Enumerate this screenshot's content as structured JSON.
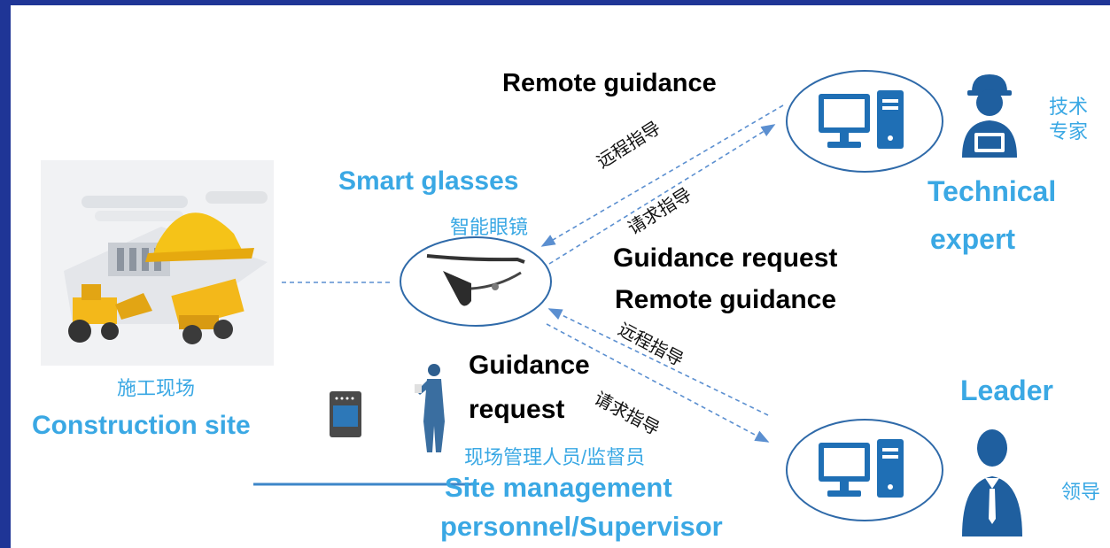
{
  "labels": {
    "remote_guidance_top": "Remote guidance",
    "smart_glasses": "Smart glasses",
    "smart_glasses_cn": "智能眼镜",
    "technical_expert_line1": "Technical",
    "technical_expert_line2": "expert",
    "technical_expert_cn_line1": "技术",
    "technical_expert_cn_line2": "专家",
    "guidance_request_remote_line1": "Guidance request",
    "guidance_request_remote_line2": "Remote guidance",
    "guidance_request_left_line1": "Guidance",
    "guidance_request_left_line2": "request",
    "leader": "Leader",
    "leader_cn": "领导",
    "construction_site_cn": "施工现场",
    "construction_site": "Construction site",
    "site_management_cn": "现场管理人员/监督员",
    "site_management_line1": "Site management",
    "site_management_line2": "personnel/Supervisor"
  },
  "arrow_labels": {
    "remote_guidance_cn_1": "远程指导",
    "request_guidance_cn_1": "请求指导",
    "remote_guidance_cn_2": "远程指导",
    "request_guidance_cn_2": "请求指导"
  },
  "icons": {
    "site_image": "construction-site-image",
    "glasses": "smart-glasses-icon",
    "computer_top": "computer-icon",
    "computer_bottom": "computer-icon",
    "engineer": "engineer-with-helmet-icon",
    "leader": "businessman-icon",
    "supervisor": "supervisor-person-icon",
    "device": "terminal-device-icon"
  },
  "colors": {
    "frame": "#1f3596",
    "accent_blue": "#3aa8e4",
    "icon_blue": "#1f6fb5",
    "arrow": "#5b8fd0"
  }
}
